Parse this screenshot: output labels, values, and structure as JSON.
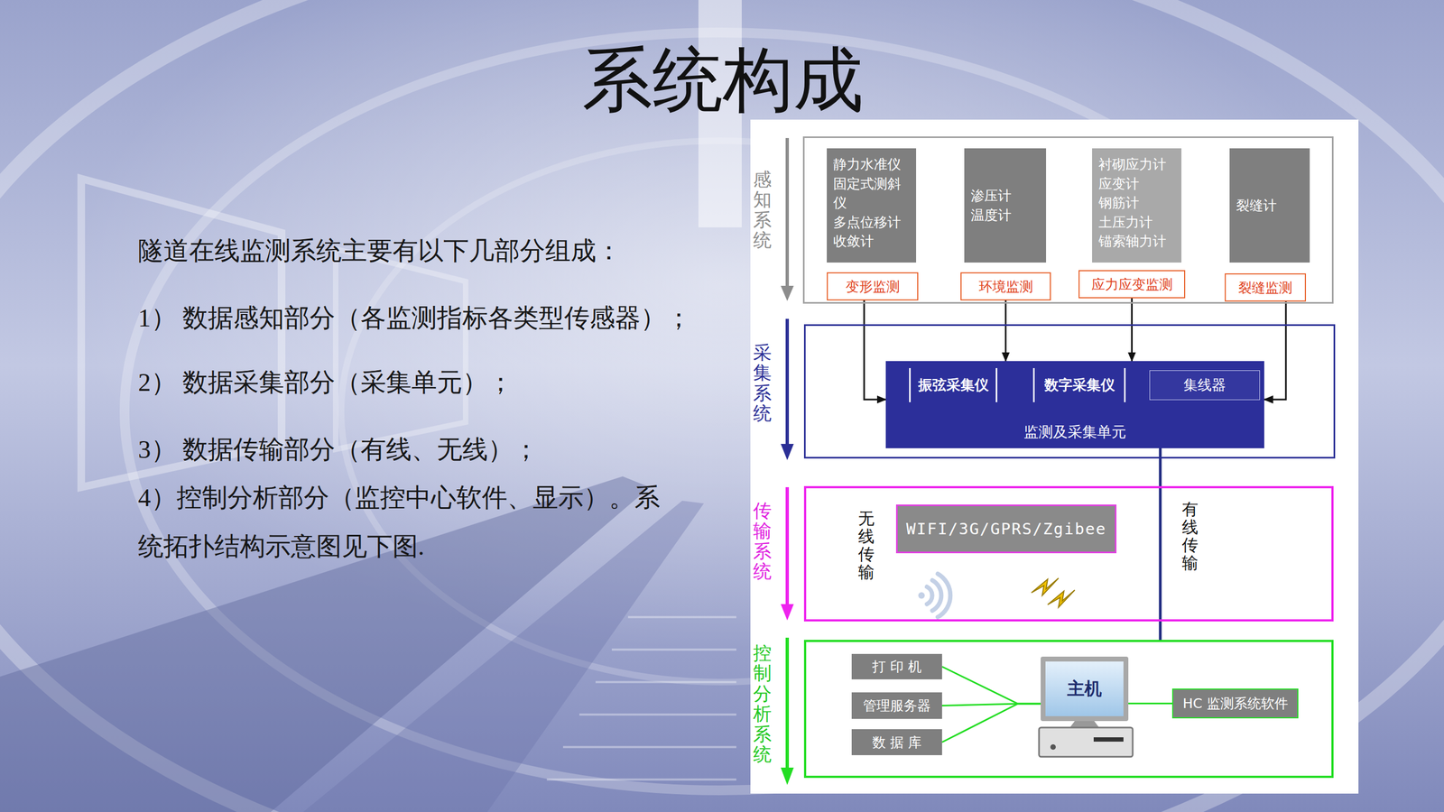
{
  "diagram": {
    "title": "系统构成",
    "nodes": [
      {
        "text": [
          "感知系统"
        ]
      },
      {
        "text": [
          "静力水准仪",
          "固定式测斜仪",
          "多点位移计",
          "收敛计"
        ],
        "in": 0
      },
      {
        "text": [
          "变形监测"
        ],
        "in": 0
      },
      {
        "text": [
          "渗压计",
          "温度计"
        ],
        "in": 0
      },
      {
        "text": [
          "环境监测"
        ],
        "in": 0
      },
      {
        "text": [
          "衬砌应力计",
          "应变计",
          "钢筋计",
          "土压力计",
          "锚索轴力计"
        ],
        "in": 0
      },
      {
        "text": [
          "应力应变监测"
        ],
        "in": 0
      },
      {
        "text": [
          "裂缝计"
        ],
        "in": 0
      },
      {
        "text": [
          "裂缝监测"
        ],
        "in": 0
      },
      {
        "text": [
          "采集系统"
        ]
      },
      {
        "text": [
          "监测及采集单元"
        ],
        "in": 9
      },
      {
        "text": [
          "振弦采集仪"
        ],
        "in": 10
      },
      {
        "text": [
          "数字采集仪"
        ],
        "in": 10
      },
      {
        "text": [
          "集线器"
        ],
        "in": 10
      },
      {
        "text": [
          "传输系统"
        ]
      },
      {
        "text": [
          "WIFI/3G/GPRS/Zgibee"
        ],
        "in": 14
      },
      {
        "text": [
          "控制分析系统"
        ]
      },
      {
        "text": [
          "打 印 机"
        ],
        "in": 16
      },
      {
        "text": [
          "管理服务器"
        ],
        "in": 16
      },
      {
        "text": [
          "数 据 库"
        ],
        "in": 16
      },
      {
        "text": [
          "主机"
        ],
        "in": 16
      },
      {
        "text": [
          "HC 监测系统软件"
        ],
        "in": 16
      }
    ],
    "edges": [
      {
        "from": 2,
        "to": 10,
        "arrow": "to"
      },
      {
        "from": 4,
        "to": 10,
        "arrow": "to"
      },
      {
        "from": 6,
        "to": 10,
        "arrow": "to"
      },
      {
        "from": 8,
        "to": 10,
        "arrow": "to"
      },
      {
        "from": 10,
        "to": 16,
        "arrow": "none"
      },
      {
        "from": 17,
        "to": 20,
        "arrow": "none"
      },
      {
        "from": 18,
        "to": 20,
        "arrow": "none"
      },
      {
        "from": 19,
        "to": 20,
        "arrow": "none"
      },
      {
        "from": 20,
        "to": 21,
        "arrow": "none"
      }
    ],
    "labels": [
      "隧道在线监测系统主要有以下几部分组成：",
      "1） 数据感知部分（各监测指标各类型传感器）；",
      "2） 数据采集部分（采集单元）；",
      "3） 数据传输部分（有线、无线）；",
      "4）控制分析部分（监控中心软件、显示）。系统拓扑结构示意图见下图.",
      "无线传输",
      "有线传输"
    ]
  }
}
